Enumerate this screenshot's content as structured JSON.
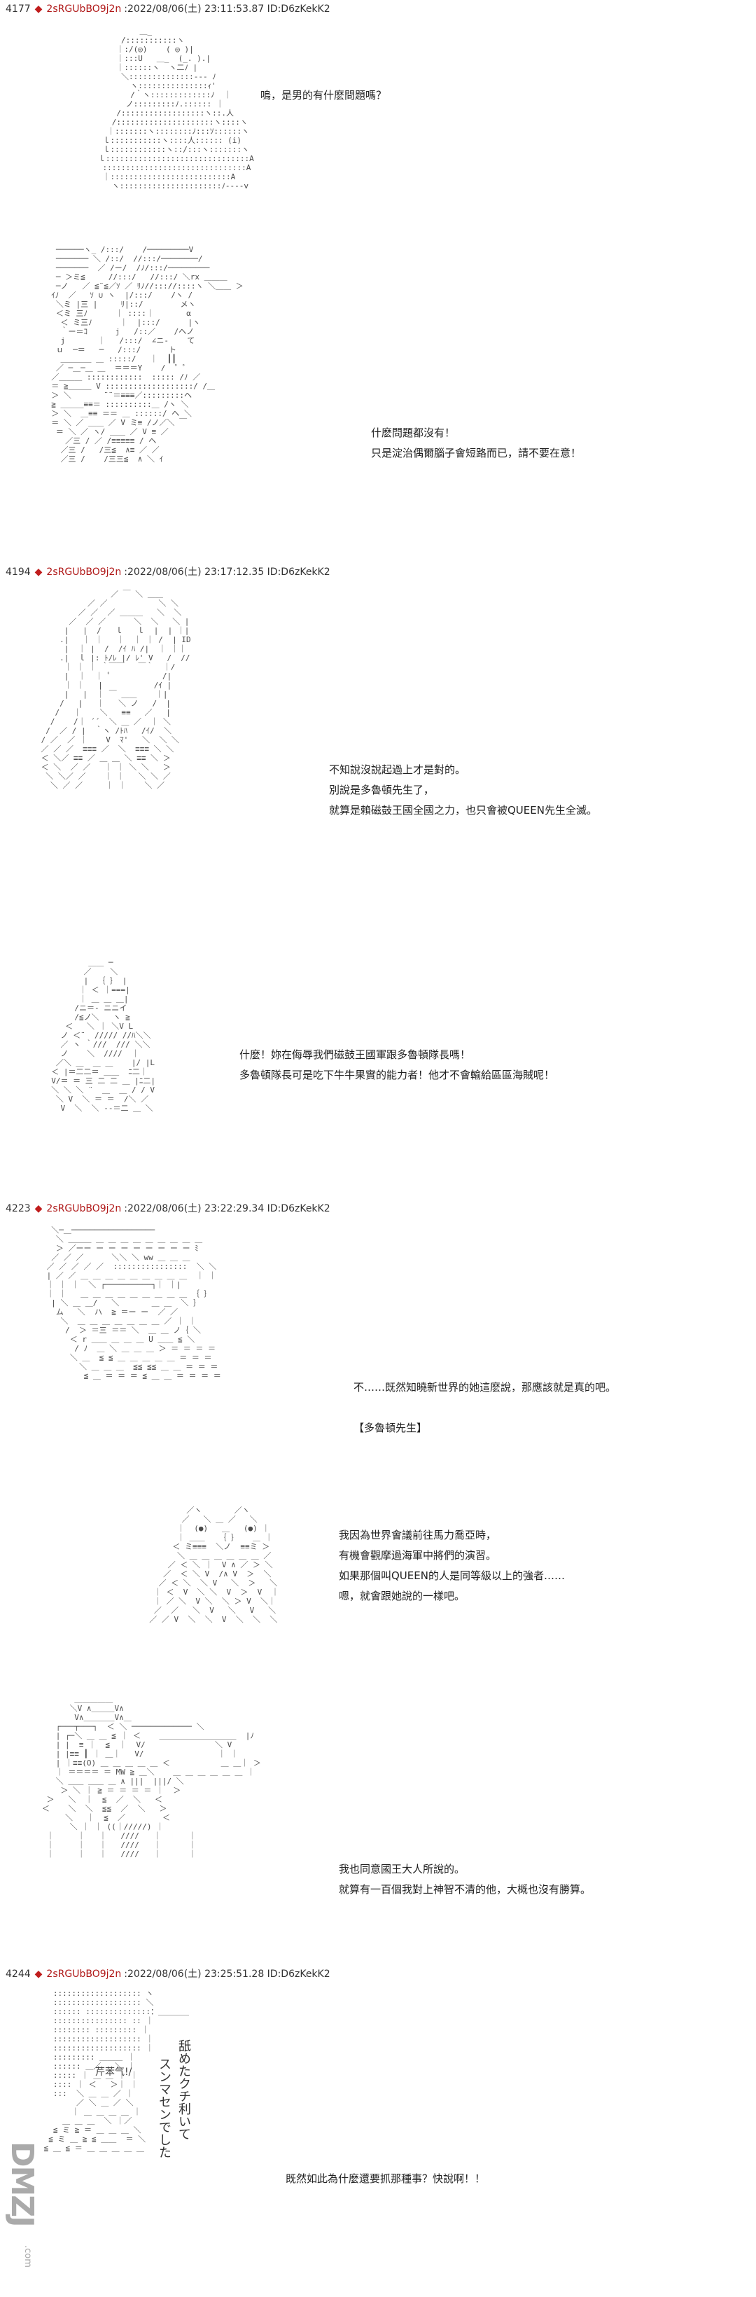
{
  "posts": [
    {
      "number": "4177",
      "diamond": "◆",
      "name": "2sRGUbBO9j2n",
      "meta": ":2022/08/06(土) 23:11:53.87 ID:D6zKekK2",
      "panels": [
        {
          "lines": [
            "嗚，是男的有什麽問題嗎？"
          ]
        },
        {
          "lines": [
            "什麽問題都沒有！",
            "只是淀治偶爾腦子會短路而已，請不要在意！"
          ]
        }
      ]
    },
    {
      "number": "4194",
      "diamond": "◆",
      "name": "2sRGUbBO9j2n",
      "meta": ":2022/08/06(土) 23:17:12.35 ID:D6zKekK2",
      "panels": [
        {
          "lines": [
            "不知說沒說起過上才是對的。",
            "別說是多魯頓先生了，",
            "就算是賴磁鼓王國全國之力，也只會被QUEEN先生全滅。"
          ]
        },
        {
          "lines": [
            "什麼！妳在侮辱我們磁鼓王國軍跟多魯頓隊長嗎！",
            "多魯頓隊長可是吃下牛牛果實的能力者！他才不會輸給區區海賊呢！"
          ]
        }
      ]
    },
    {
      "number": "4223",
      "diamond": "◆",
      "name": "2sRGUbBO9j2n",
      "meta": ":2022/08/06(土) 23:22:29.34 ID:D6zKekK2",
      "panels": [
        {
          "lines": [
            "不……既然知曉新世界的她這麽說，那應該就是真的吧。",
            "",
            "【多魯頓先生】"
          ]
        },
        {
          "lines": [
            "我因為世界會議前往馬力喬亞時，",
            "有機會觀摩過海軍中將們的演習。",
            "如果那個叫QUEEN的人是同等級以上的強者……",
            "嗯，就會跟她說的一樣吧。"
          ]
        },
        {
          "lines": [
            "我也同意國王大人所說的。",
            "就算有一百個我對上神智不清的他，大概也沒有勝算。"
          ]
        }
      ]
    },
    {
      "number": "4244",
      "diamond": "◆",
      "name": "2sRGUbBO9j2n",
      "meta": ":2022/08/06(土) 23:25:51.28 ID:D6zKekK2",
      "panels": [
        {
          "lines": [
            "既然如此為什麼還要抓那種事？快說啊！！"
          ],
          "vertical": [
            "舐めたクチ利いて",
            "スンマセンでした"
          ],
          "inset": "芹苯气!/"
        }
      ]
    }
  ],
  "watermark": {
    "text": "DMZJ",
    "sub": ".com"
  }
}
